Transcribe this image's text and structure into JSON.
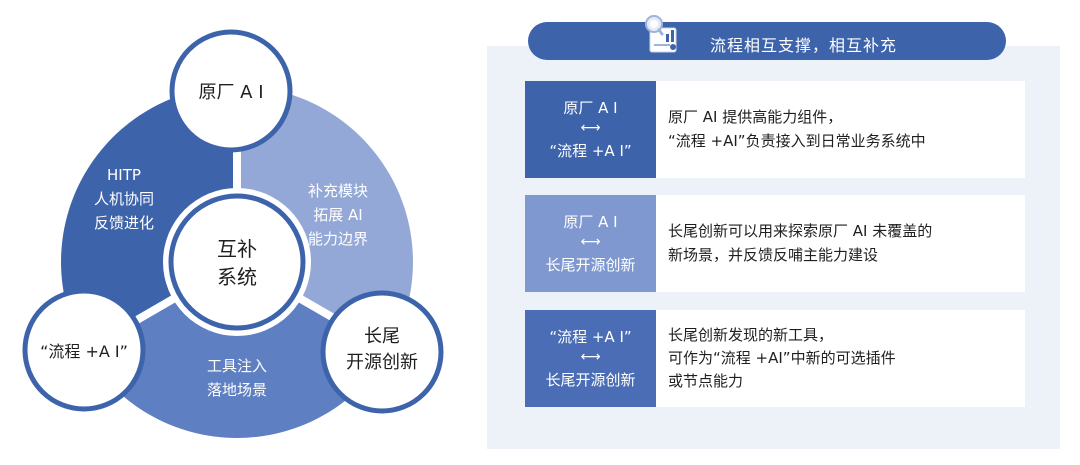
{
  "diagram": {
    "center": [
      "互补",
      "系统"
    ],
    "nodes": {
      "top": [
        "原厂 A I"
      ],
      "bottom_left": [
        "“流程 +A I”"
      ],
      "bottom_right": [
        "长尾",
        "开源创新"
      ]
    },
    "sectors": {
      "left": [
        "HITP",
        "人机协同",
        "反馈进化"
      ],
      "right": [
        "补充模块",
        "拓展 AI",
        "能力边界"
      ],
      "bottom": [
        "工具注入",
        "落地场景"
      ]
    },
    "colors": {
      "left_sector": "#3d63aa",
      "right_sector": "#93a8d6",
      "bottom_sector": "#5f7fc3",
      "node_border": "#3d63aa"
    }
  },
  "panel": {
    "title": "流程相互支撑，相互补充",
    "icon": "magnifier-chart-icon",
    "rows": [
      {
        "tag_top": "原厂 A I",
        "arrow": "⟷",
        "tag_bottom": "“流程 +A I”",
        "tag_color": "#3d63aa",
        "desc": [
          "原厂 AI 提供高能力组件，",
          "“流程 +AI”负责接入到日常业务系统中"
        ]
      },
      {
        "tag_top": "原厂 A I",
        "arrow": "⟷",
        "tag_bottom": "长尾开源创新",
        "tag_color": "#7f98cf",
        "desc": [
          "长尾创新可以用来探索原厂 AI 未覆盖的",
          "新场景，并反馈反哺主能力建设"
        ]
      },
      {
        "tag_top": "“流程 +A I”",
        "arrow": "⟷",
        "tag_bottom": "长尾开源创新",
        "tag_color": "#4a6db5",
        "desc": [
          "长尾创新发现的新工具，",
          "可作为“流程 +AI”中新的可选插件",
          "或节点能力"
        ]
      }
    ]
  }
}
